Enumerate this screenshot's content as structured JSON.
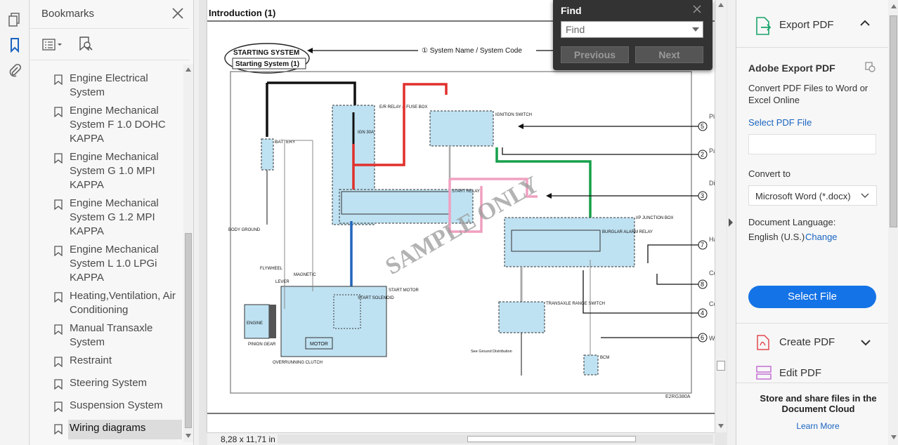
{
  "bookmarks": {
    "title": "Bookmarks",
    "items": [
      {
        "label": "Engine Electrical System"
      },
      {
        "label": "Engine Mechanical System F 1.0 DOHC KAPPA"
      },
      {
        "label": "Engine Mechanical System G 1.0 MPI KAPPA"
      },
      {
        "label": "Engine Mechanical System G 1.2 MPI KAPPA"
      },
      {
        "label": "Engine Mechanical System L 1.0 LPGi KAPPA"
      },
      {
        "label": "Heating,Ventilation, Air Conditioning"
      },
      {
        "label": "Manual Transaxle System"
      },
      {
        "label": "Restraint"
      },
      {
        "label": "Steering System"
      },
      {
        "label": "Suspension System"
      },
      {
        "label": "Wiring diagrams"
      }
    ]
  },
  "document": {
    "heading": "Introduction (1)",
    "page_size": "8,28 x 11,71 in",
    "diagram": {
      "system_name": "STARTING SYSTEM",
      "system_sub": "Starting System (1)",
      "legend_1": "① System Name / System Code",
      "watermark": "SAMPLE ONLY",
      "code": "E2RG380A",
      "battery": "BATTERY",
      "body_ground": "BODY GROUND",
      "er_box": "E/R RELAY & FUSE BOX",
      "ign": "IGN 30A",
      "start_relay": "START RELAY",
      "ignition_switch": "IGNITION SWITCH",
      "start_motor": "START MOTOR",
      "start_solenoid": "START SOLENOID",
      "motor": "MOTOR",
      "engine": "ENGINE",
      "flywheel": "FLYWHEEL",
      "magnetic": "MAGNETIC",
      "lever": "LEVER",
      "pinion": "PINION GEAR",
      "overrunning": "OVERRUNNING CLUTCH",
      "ip_box": "I/P JUNCTION BOX",
      "burglar": "BURGLAR ALARM RELAY",
      "transaxle": "TRANSAXLE RANGE SWITCH",
      "bcm": "BCM",
      "ground_dist": "See Ground Distribution",
      "callouts": [
        "Pi fo Lo",
        "Pa Co",
        "Di Fr Co Co",
        "Ha Cl",
        "Co Cl Nu",
        "Co Te Nu",
        "W"
      ]
    }
  },
  "find": {
    "title": "Find",
    "placeholder": "Find",
    "previous": "Previous",
    "next": "Next"
  },
  "right_panel": {
    "export_title": "Export PDF",
    "section_title": "Adobe Export PDF",
    "description": "Convert PDF Files to Word or Excel Online",
    "select_file_link": "Select PDF File",
    "convert_to_label": "Convert to",
    "convert_to_value": "Microsoft Word (*.docx)",
    "language_label": "Document Language:",
    "language_value": "English (U.S.)",
    "change_link": "Change",
    "select_file_button": "Select File",
    "create_pdf": "Create PDF",
    "edit_pdf": "Edit PDF",
    "store_text": "Store and share files in the Document Cloud",
    "learn_more": "Learn More"
  },
  "colors": {
    "accent": "#1473e6",
    "wire_red": "#e0302c",
    "wire_blue": "#2266bb",
    "wire_green": "#16a04a",
    "wire_pink": "#f0a0c0",
    "component_fill": "#bfe2f2"
  }
}
